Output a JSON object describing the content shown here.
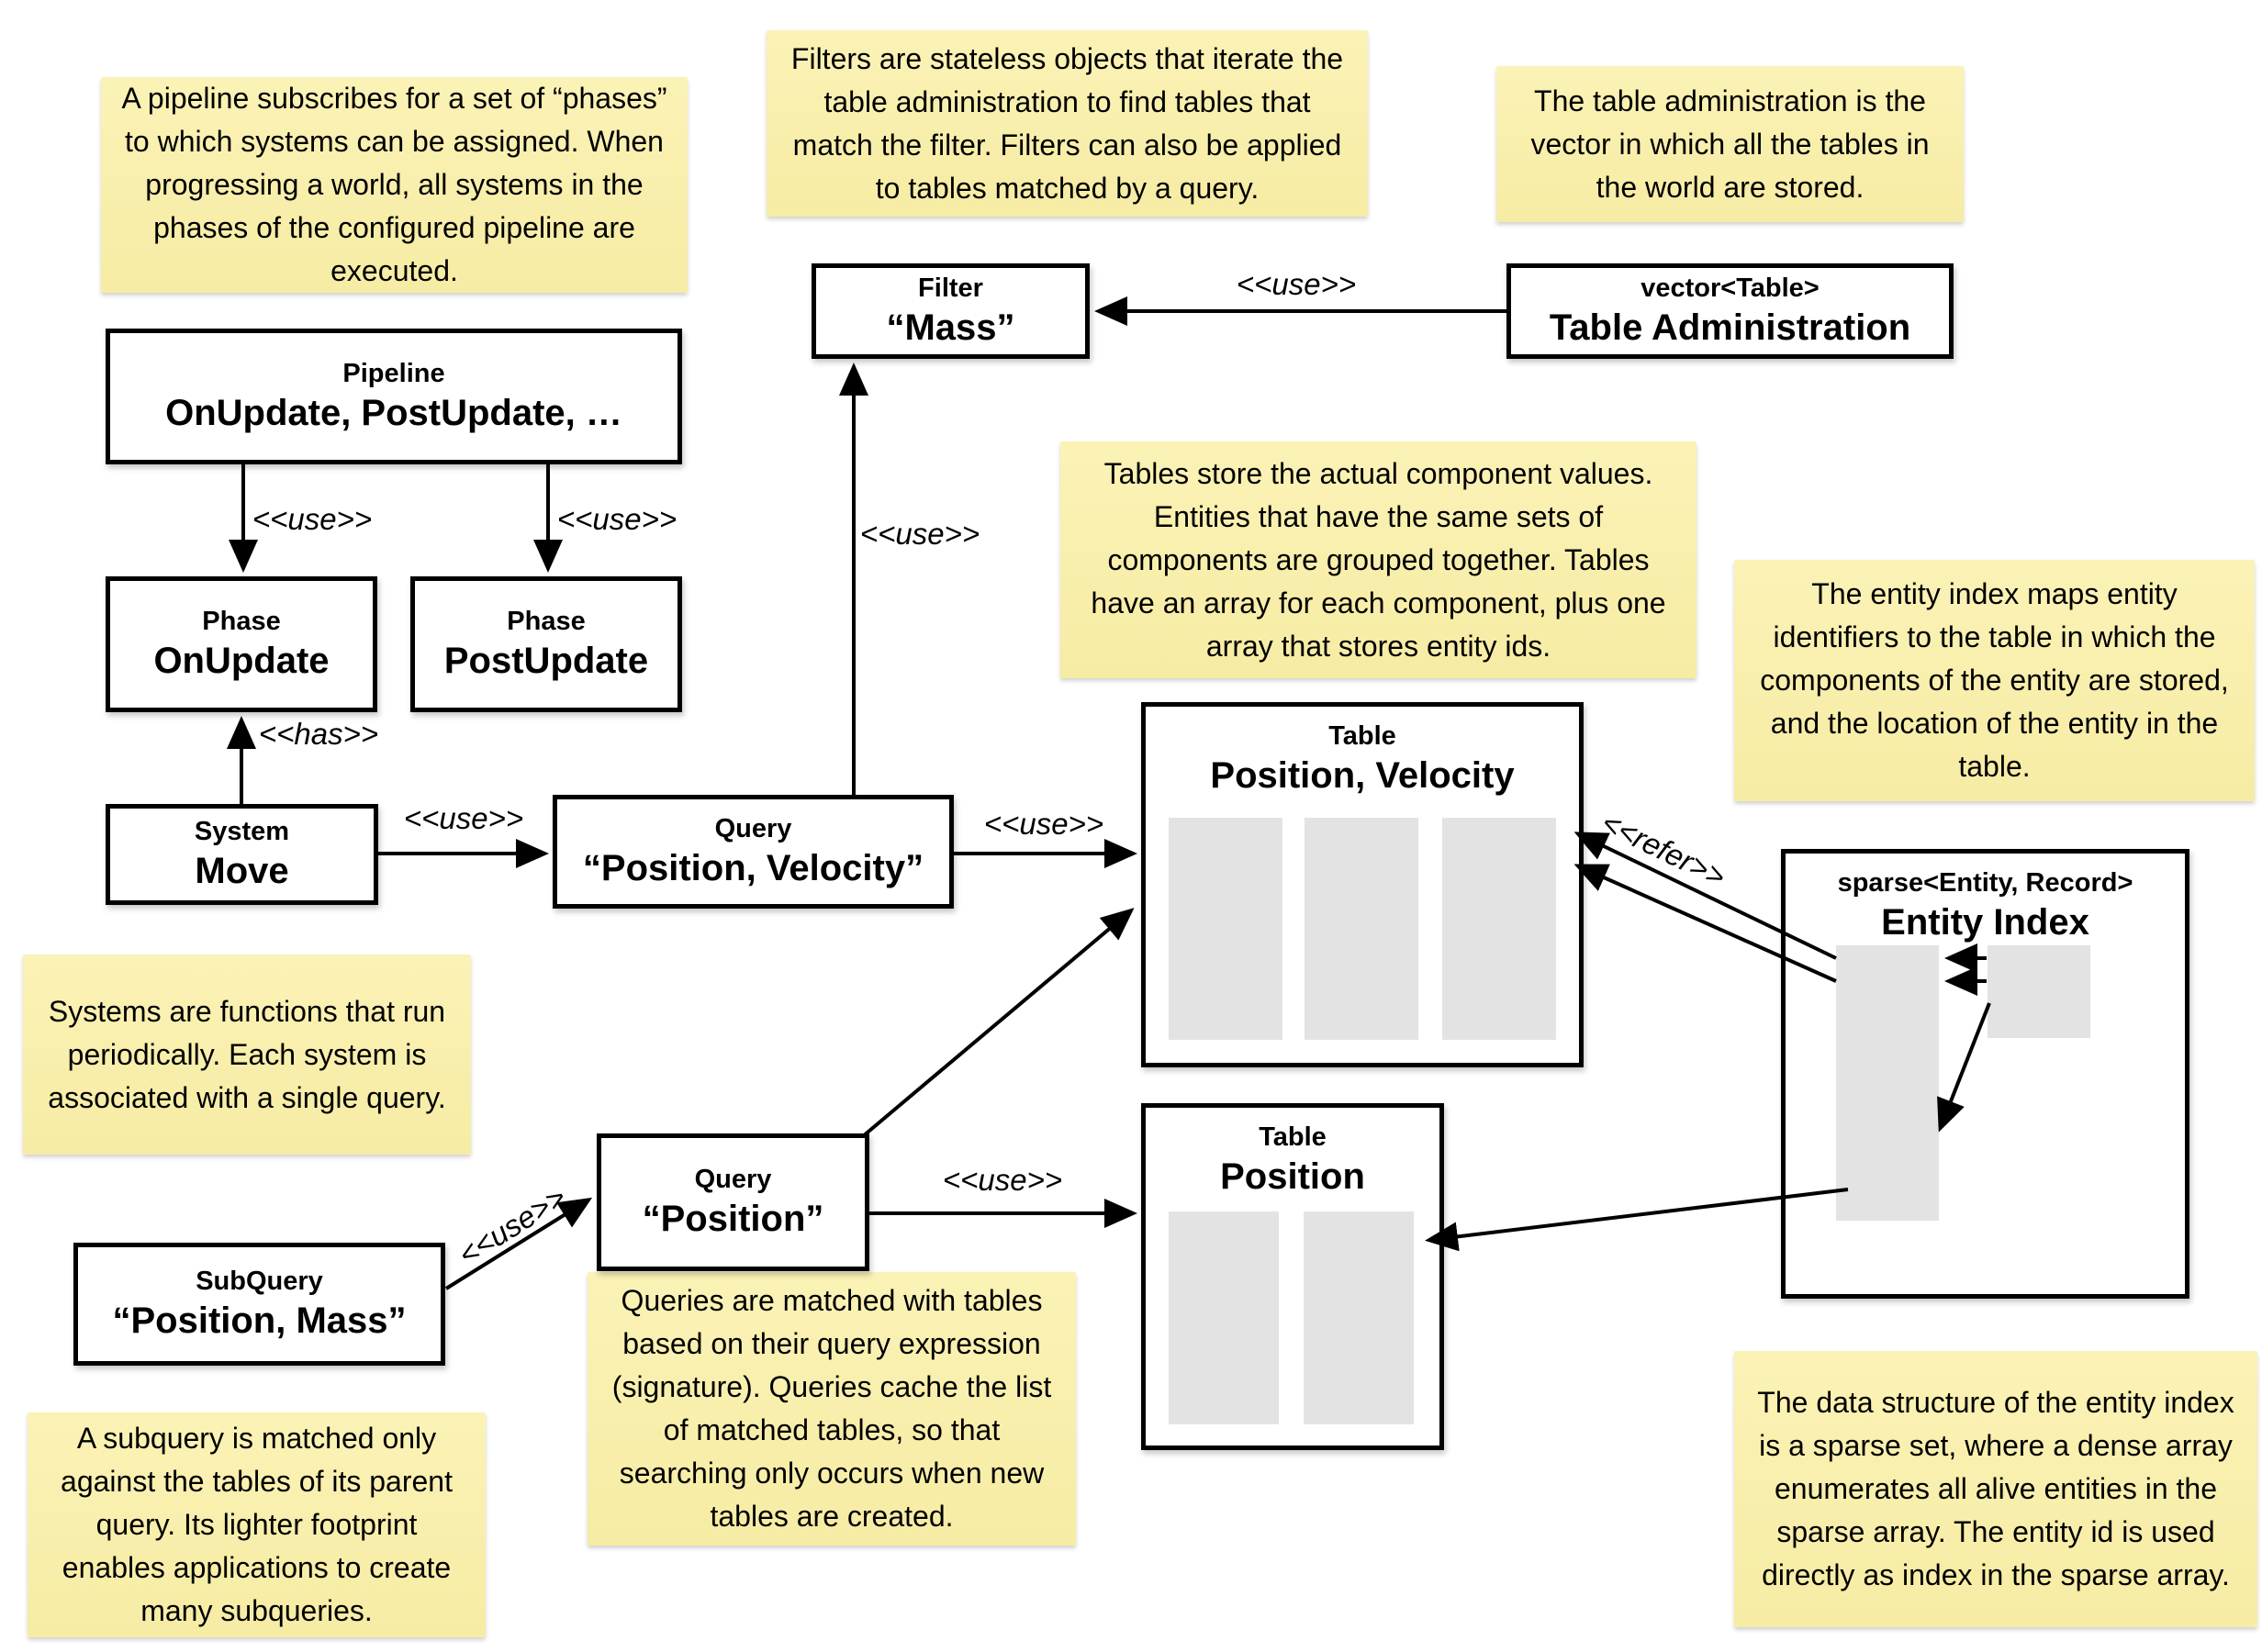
{
  "notes": {
    "pipeline": {
      "text": "A pipeline subscribes for a set of “phases” to which systems can be assigned. When progressing a world, all systems in the phases of the configured pipeline are executed."
    },
    "filters": {
      "text": "Filters are stateless objects that iterate the table administration to find tables that match the filter. Filters can also be applied to tables matched by a query."
    },
    "table_admin": {
      "text": "The table administration is the vector in which all the tables in the world are stored."
    },
    "tables": {
      "text": "Tables store the actual component values. Entities that have the same sets of components are grouped together. Tables have an array for each component, plus one array that stores entity ids."
    },
    "entity_index": {
      "text": "The entity index maps entity identifiers to the table in which the components of the entity are stored, and the location of the entity in the table."
    },
    "systems": {
      "text": "Systems are functions that run periodically. Each system is associated with a single query."
    },
    "queries": {
      "text": "Queries are matched with tables based on their query expression (signature). Queries cache the list of matched tables, so that searching only occurs when new tables are created."
    },
    "subquery": {
      "text": "A subquery is matched only against the tables of its parent query. Its lighter footprint enables applications to create many subqueries."
    },
    "sparse_set": {
      "text": "The data structure of the entity index is a sparse set, where a dense array enumerates all alive entities in the sparse array. The entity id is used directly as index in the sparse array."
    }
  },
  "nodes": {
    "pipeline": {
      "title": "Pipeline",
      "value": "OnUpdate, PostUpdate, …"
    },
    "phase_onupdate": {
      "title": "Phase",
      "value": "OnUpdate"
    },
    "phase_postupdate": {
      "title": "Phase",
      "value": "PostUpdate"
    },
    "filter_mass": {
      "title": "Filter",
      "value": "“Mass”"
    },
    "table_admin": {
      "title": "vector<Table>",
      "value": "Table Administration"
    },
    "system_move": {
      "title": "System",
      "value": "Move"
    },
    "query_pos_vel": {
      "title": "Query",
      "value": "“Position, Velocity”"
    },
    "table_pos_vel": {
      "title": "Table",
      "value": "Position, Velocity"
    },
    "entity_index": {
      "title": "sparse<Entity, Record>",
      "value": "Entity Index"
    },
    "query_pos": {
      "title": "Query",
      "value": "“Position”"
    },
    "table_pos": {
      "title": "Table",
      "value": "Position"
    },
    "subquery": {
      "title": "SubQuery",
      "value": "“Position, Mass”"
    }
  },
  "edge_labels": {
    "use": "<<use>>",
    "has": "<<has>>",
    "refer": "<<refer>>"
  },
  "colors": {
    "note_bg_top": "#fbf2b6",
    "note_bg_bottom": "#f6eca4",
    "node_border": "#000000",
    "array_fill": "#e3e3e3",
    "arrow": "#000000",
    "background": "#ffffff"
  }
}
